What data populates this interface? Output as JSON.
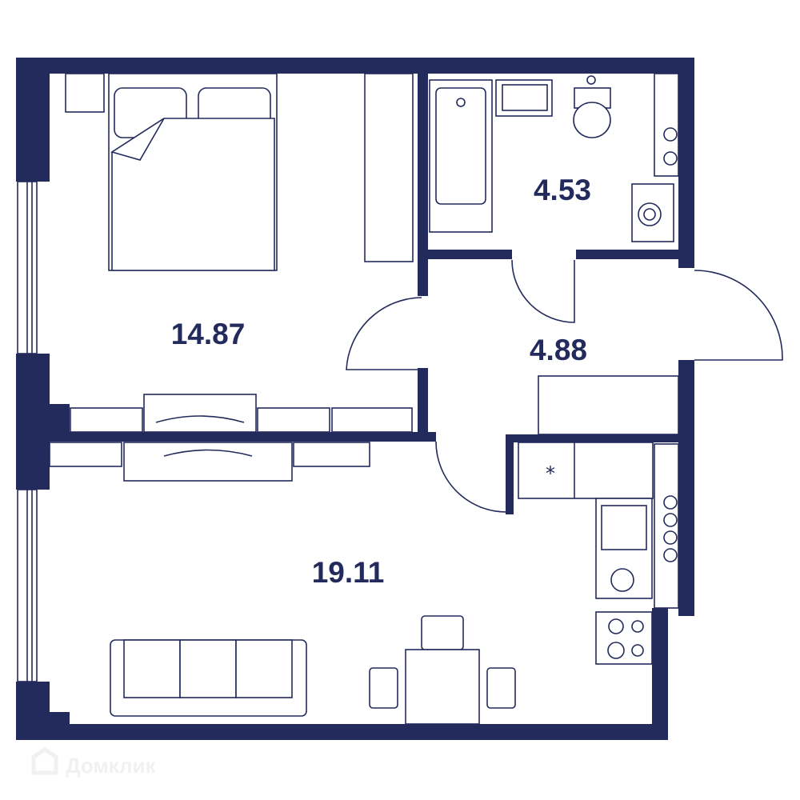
{
  "rooms": {
    "bedroom_area": "14.87",
    "bathroom_area": "4.53",
    "hallway_area": "4.88",
    "living_kitchen_area": "19.11"
  },
  "watermark": "Домклик",
  "colors": {
    "wall": "#232a5c",
    "background": "#ffffff"
  }
}
